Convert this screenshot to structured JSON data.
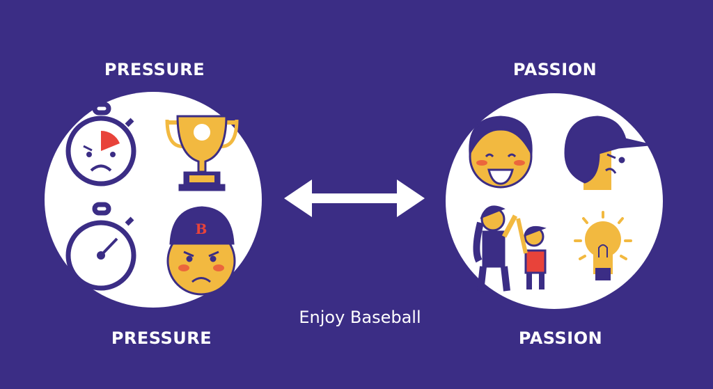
{
  "left": {
    "title_top": "PRESSURE",
    "title_bottom": "PRESSURE",
    "icons": [
      "angry-stopwatch-icon",
      "trophy-icon",
      "stopwatch-icon",
      "angry-player-icon"
    ],
    "cap_letter": "B"
  },
  "right": {
    "title_top": "PASSION",
    "title_bottom": "PASSION",
    "icons": [
      "happy-face-icon",
      "batting-helmet-icon",
      "high-five-icon",
      "lightbulb-icon"
    ]
  },
  "center": {
    "caption": "Enjoy Baseball",
    "arrow": "double-arrow-icon"
  },
  "colors": {
    "background": "#3b2d85",
    "navy": "#3b2d85",
    "yellow": "#f2b940",
    "red": "#e8433a",
    "white": "#ffffff"
  }
}
